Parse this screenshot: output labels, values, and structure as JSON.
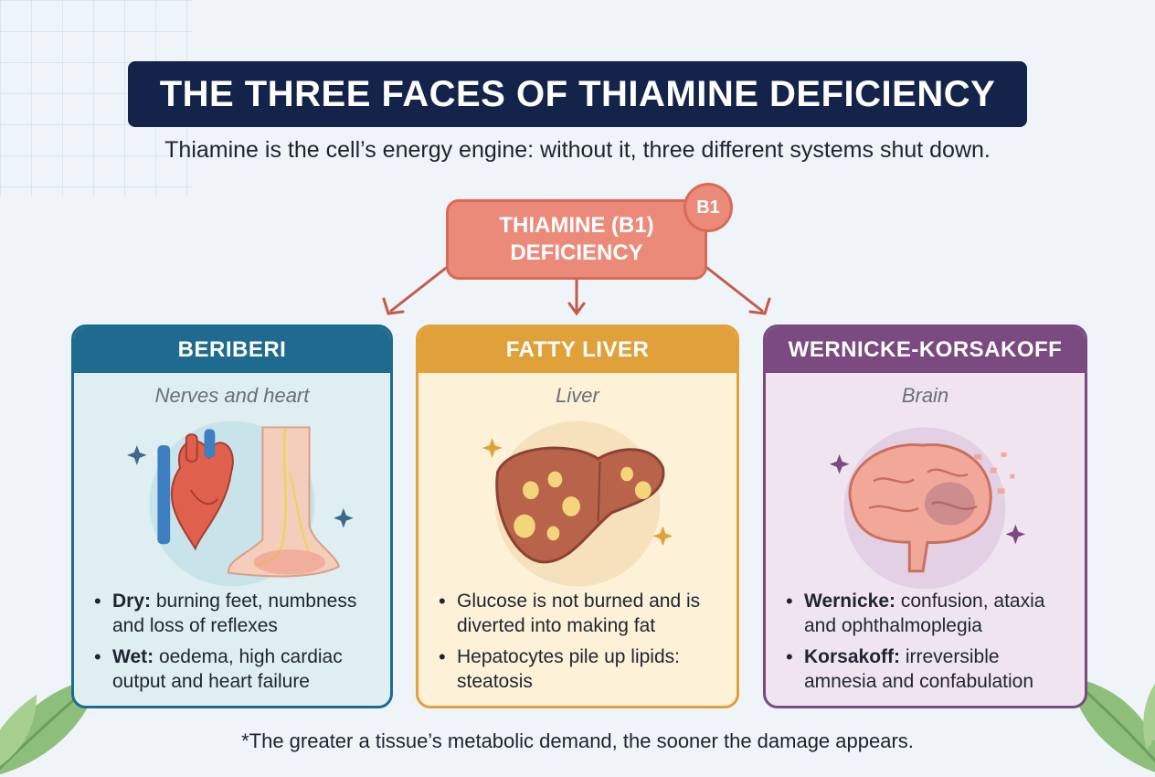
{
  "title": "THE THREE FACES OF THIAMINE DEFICIENCY",
  "subtitle": "Thiamine is the cell’s energy engine: without it, three different systems shut down.",
  "root": {
    "line1": "THIAMINE (B1)",
    "line2": "DEFICIENCY",
    "badge": "B1",
    "color": "#ec8a79"
  },
  "cards": [
    {
      "title": "BERIBERI",
      "subtitle": "Nerves and heart",
      "color": "#1e6b8f",
      "icons": [
        "heart-icon",
        "leg-nerves-icon"
      ],
      "bullets": [
        {
          "term": "Dry:",
          "text": " burning feet, numbness and loss of reflexes"
        },
        {
          "term": "Wet:",
          "text": " oedema, high cardiac output and heart failure"
        }
      ]
    },
    {
      "title": "FATTY LIVER",
      "subtitle": "Liver",
      "color": "#e0a13a",
      "icons": [
        "liver-icon"
      ],
      "bullets": [
        {
          "term": "",
          "text": "Glucose is not burned and is diverted into making fat"
        },
        {
          "term": "",
          "text": "Hepatocytes pile up lipids: steatosis"
        }
      ]
    },
    {
      "title": "WERNICKE-KORSAKOFF",
      "subtitle": "Brain",
      "color": "#7a4a80",
      "icons": [
        "brain-icon"
      ],
      "bullets": [
        {
          "term": "Wernicke:",
          "text": " confusion, ataxia and ophthalmoplegia"
        },
        {
          "term": "Korsakoff:",
          "text": " irreversible amnesia and confabulation"
        }
      ]
    }
  ],
  "footnote": "*The greater a tissue’s metabolic demand, the sooner the damage appears."
}
